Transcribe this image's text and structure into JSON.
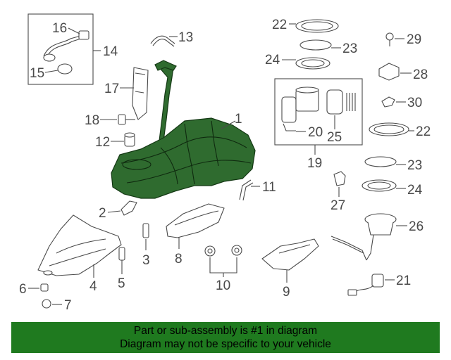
{
  "callouts": {
    "c1": "1",
    "c2": "2",
    "c3": "3",
    "c4": "4",
    "c5": "5",
    "c6": "6",
    "c7": "7",
    "c8": "8",
    "c9": "9",
    "c10": "10",
    "c11": "11",
    "c12": "12",
    "c13": "13",
    "c14": "14",
    "c15": "15",
    "c16": "16",
    "c17": "17",
    "c18": "18",
    "c19": "19",
    "c20": "20",
    "c21": "21",
    "c22a": "22",
    "c22b": "22",
    "c23a": "23",
    "c23b": "23",
    "c24a": "24",
    "c24b": "24",
    "c25": "25",
    "c26": "26",
    "c27": "27",
    "c28": "28",
    "c29": "29",
    "c30": "30"
  },
  "highlight_color": "#2f6b2f",
  "banner": {
    "line1": "Part or sub-assembly is #1 in diagram",
    "line2": "Diagram may not be specific to your vehicle"
  }
}
